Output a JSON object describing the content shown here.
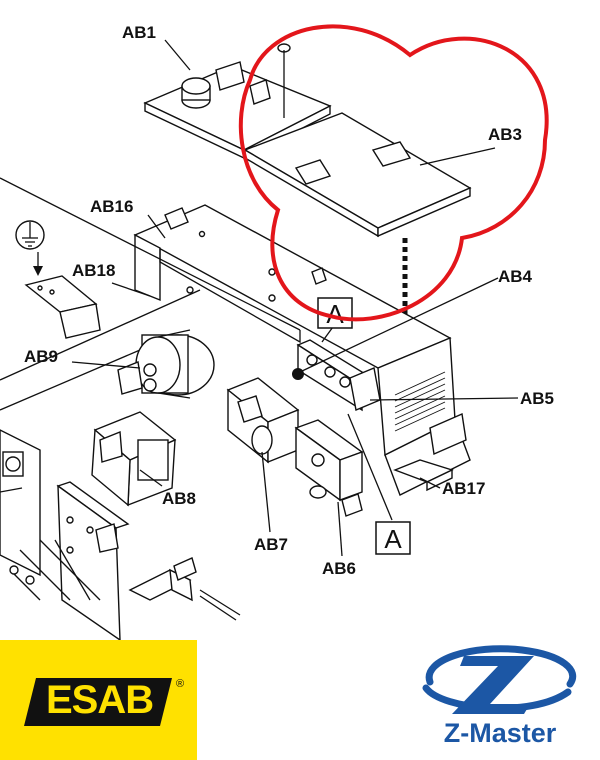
{
  "labels": {
    "ab1": "AB1",
    "ab3": "AB3",
    "ab16": "AB16",
    "ab18": "AB18",
    "ab4": "AB4",
    "ab9": "AB9",
    "ab5": "AB5",
    "ab8": "AB8",
    "ab17": "AB17",
    "ab7": "AB7",
    "ab6": "AB6",
    "detail_a_top": "A",
    "detail_a_bottom": "A"
  },
  "brands": {
    "esab": {
      "name": "ESAB",
      "reg_mark": "®",
      "background": "#ffe100",
      "text_color": "#111111"
    },
    "zmaster": {
      "name": "Z-Master",
      "color": "#1c57a5",
      "icon": "z-letter-globe-icon"
    }
  },
  "highlight": {
    "color": "#e3161b",
    "shape": "cloud-outline",
    "target": "AB3"
  }
}
